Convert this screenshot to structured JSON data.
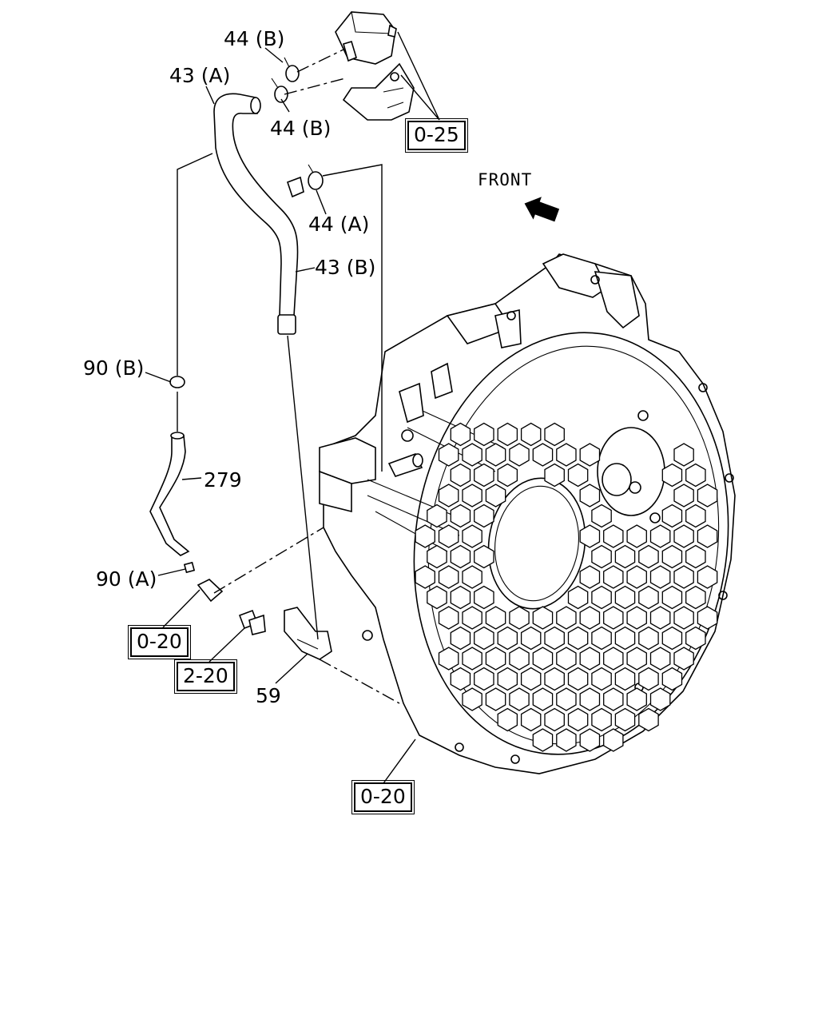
{
  "labels": {
    "hose_43a": "43 (A)",
    "hose_43b": "43 (B)",
    "clip_44b_top": "44 (B)",
    "clip_44b_mid": "44 (B)",
    "clip_44a": "44 (A)",
    "clip_90b": "90 (B)",
    "pipe_279": "279",
    "clip_90a": "90 (A)",
    "bracket_59": "59"
  },
  "references": {
    "ref_0_25": "0-25",
    "ref_0_20_left": "0-20",
    "ref_2_20": "2-20",
    "ref_0_20_bottom": "0-20"
  },
  "front_indicator": "FRONT"
}
